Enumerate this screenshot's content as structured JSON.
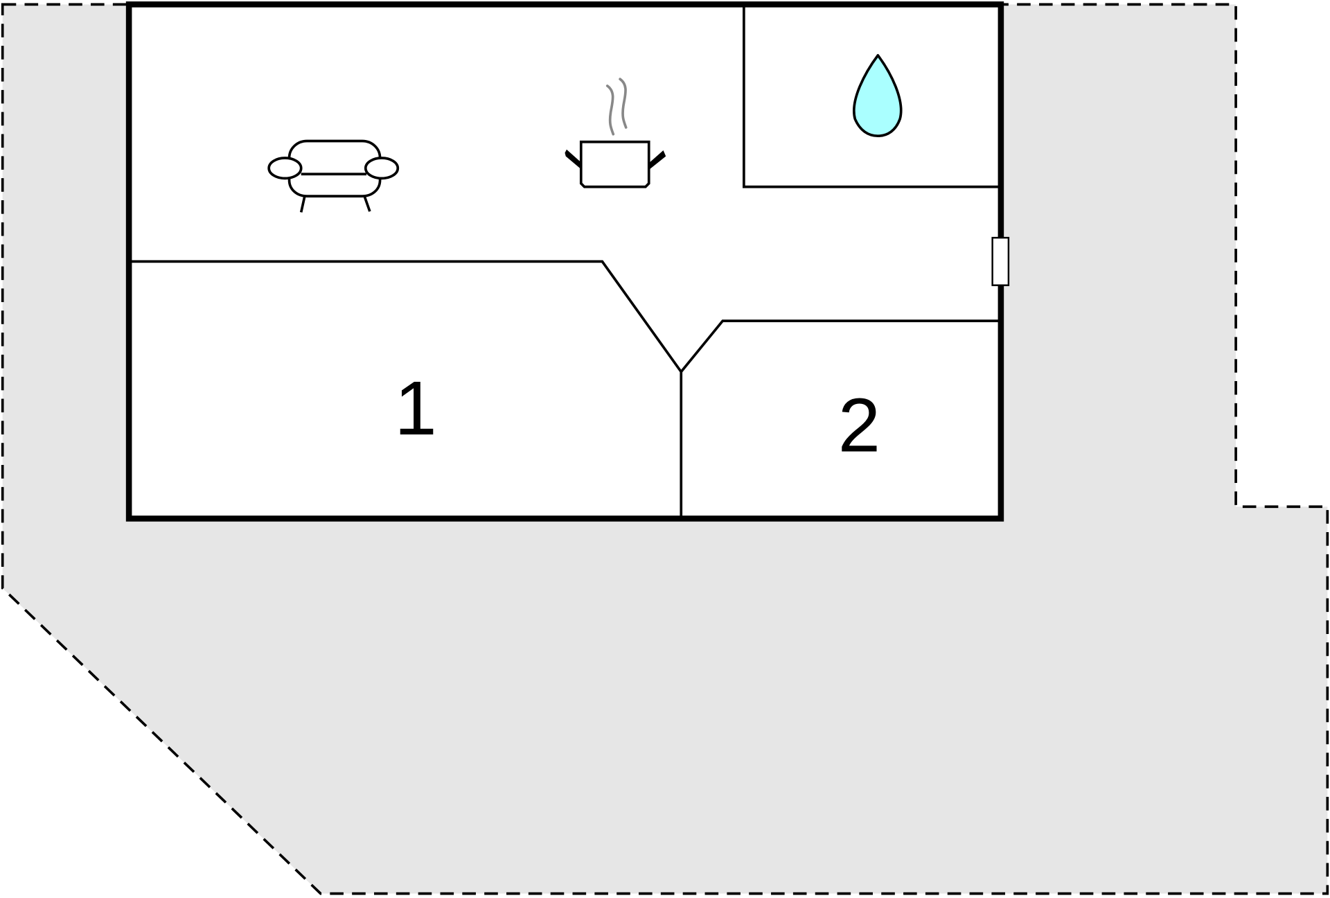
{
  "plan": {
    "rooms": [
      {
        "id": "living-kitchen",
        "icons": [
          "sofa-icon",
          "cooking-pot-icon"
        ]
      },
      {
        "id": "bathroom",
        "icons": [
          "water-drop-icon"
        ]
      },
      {
        "id": "bedroom-1",
        "label": "1"
      },
      {
        "id": "bedroom-2",
        "label": "2"
      }
    ],
    "colors": {
      "plot_fill": "#e6e6e6",
      "room_fill": "#ffffff",
      "wall": "#000000",
      "water_drop": "#aaffff",
      "steam": "#888888"
    }
  }
}
